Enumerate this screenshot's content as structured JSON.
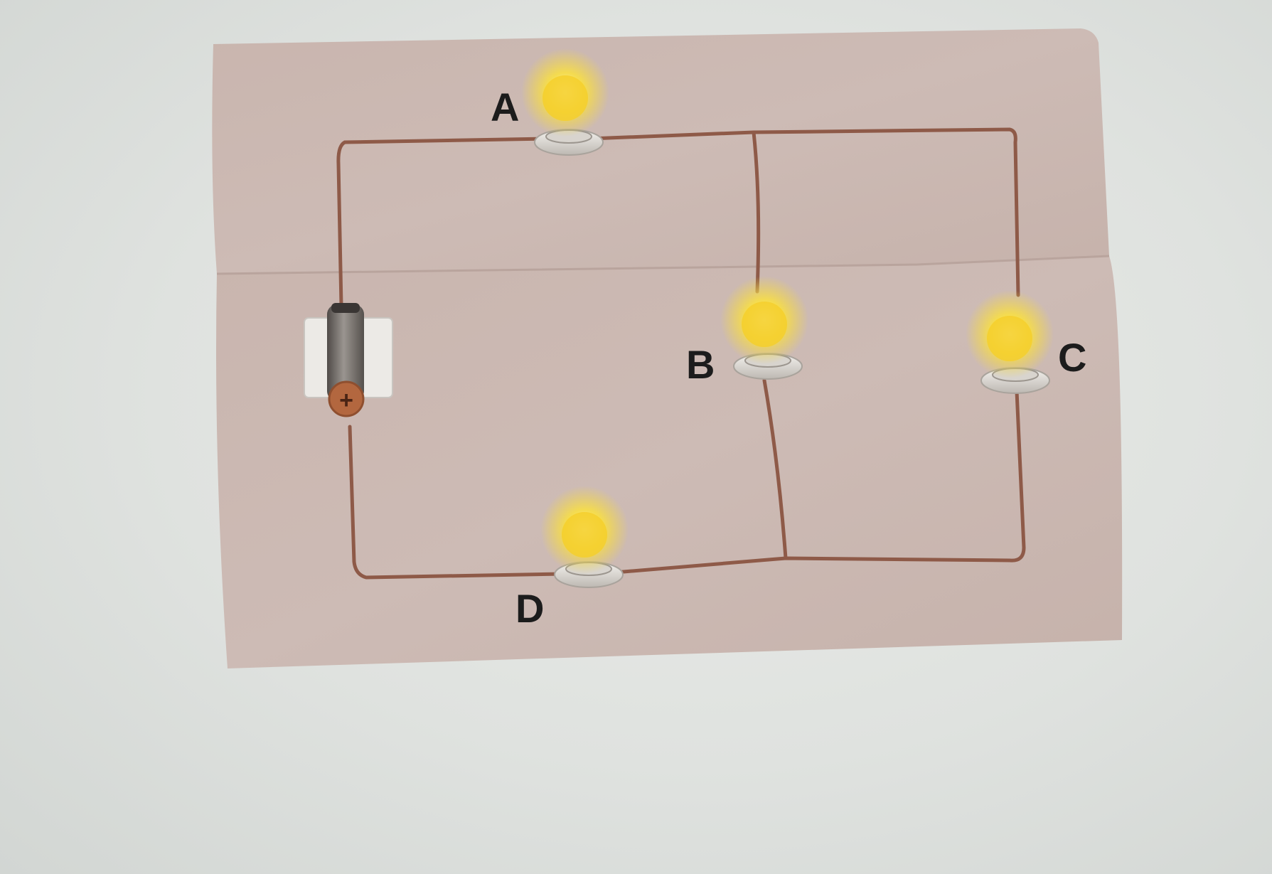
{
  "diagram": {
    "bulbs": [
      {
        "id": "A",
        "label": "A"
      },
      {
        "id": "B",
        "label": "B"
      },
      {
        "id": "C",
        "label": "C"
      },
      {
        "id": "D",
        "label": "D"
      }
    ],
    "battery": {
      "terminal_symbol": "+"
    },
    "colors": {
      "board": "#cbb8b2",
      "wire": "#8e5a48",
      "bulb_glow": "#f7e36a",
      "bulb_core": "#f4cf2c",
      "battery_body": "#6f6a66",
      "battery_terminal": "#b3673f",
      "background": "#e2e5e2"
    }
  }
}
